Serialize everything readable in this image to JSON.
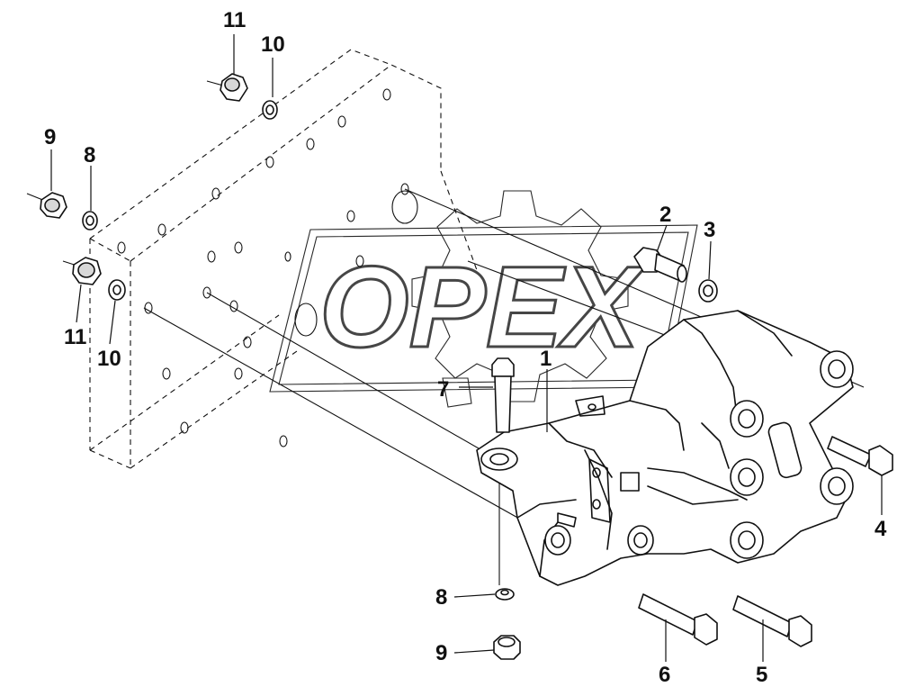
{
  "watermark": {
    "text": "OPEX"
  },
  "callouts": [
    {
      "id": "c11a",
      "label": "11"
    },
    {
      "id": "c10a",
      "label": "10"
    },
    {
      "id": "c9a",
      "label": "9"
    },
    {
      "id": "c8a",
      "label": "8"
    },
    {
      "id": "c11b",
      "label": "11"
    },
    {
      "id": "c10b",
      "label": "10"
    },
    {
      "id": "c2",
      "label": "2"
    },
    {
      "id": "c3",
      "label": "3"
    },
    {
      "id": "c1",
      "label": "1"
    },
    {
      "id": "c7",
      "label": "7"
    },
    {
      "id": "c4",
      "label": "4"
    },
    {
      "id": "c8b",
      "label": "8"
    },
    {
      "id": "c9b",
      "label": "9"
    },
    {
      "id": "c6",
      "label": "6"
    },
    {
      "id": "c5",
      "label": "5"
    }
  ]
}
